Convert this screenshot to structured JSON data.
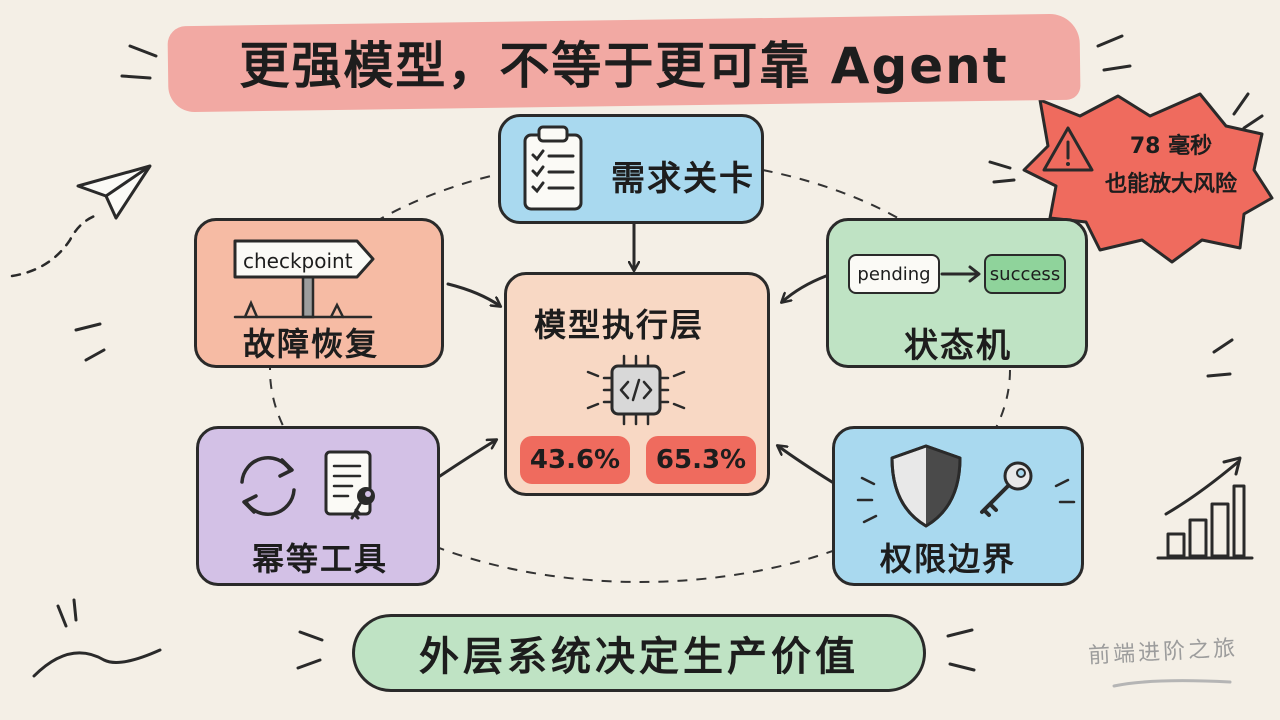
{
  "title": "更强模型，不等于更可靠 Agent",
  "warning": {
    "line1": "78 毫秒",
    "line2": "也能放大风险",
    "icon": "warning-icon",
    "color": "#ef6b5e"
  },
  "nodes": {
    "requirement_gate": {
      "label": "需求关卡",
      "icon": "clipboard-checklist-icon",
      "color": "#a9d9ef"
    },
    "fault_recovery": {
      "label": "故障恢复",
      "sign": "checkpoint",
      "icon": "signpost-icon",
      "color": "#f6bba4"
    },
    "state_machine": {
      "label": "状态机",
      "from_state": "pending",
      "to_state": "success",
      "color": "#bfe3c4"
    },
    "model_layer": {
      "label": "模型执行层",
      "icon": "chip-code-icon",
      "color": "#f8d8c4",
      "metrics": [
        "43.6%",
        "65.3%"
      ]
    },
    "idempotent_tools": {
      "label": "幂等工具",
      "icons": [
        "refresh-cycle-icon",
        "document-key-icon"
      ],
      "color": "#d3c1e6"
    },
    "permission_boundary": {
      "label": "权限边界",
      "icons": [
        "shield-icon",
        "key-icon"
      ],
      "color": "#a9d9ef"
    }
  },
  "conclusion": "外层系统决定生产价值",
  "watermark": "前端进阶之旅"
}
